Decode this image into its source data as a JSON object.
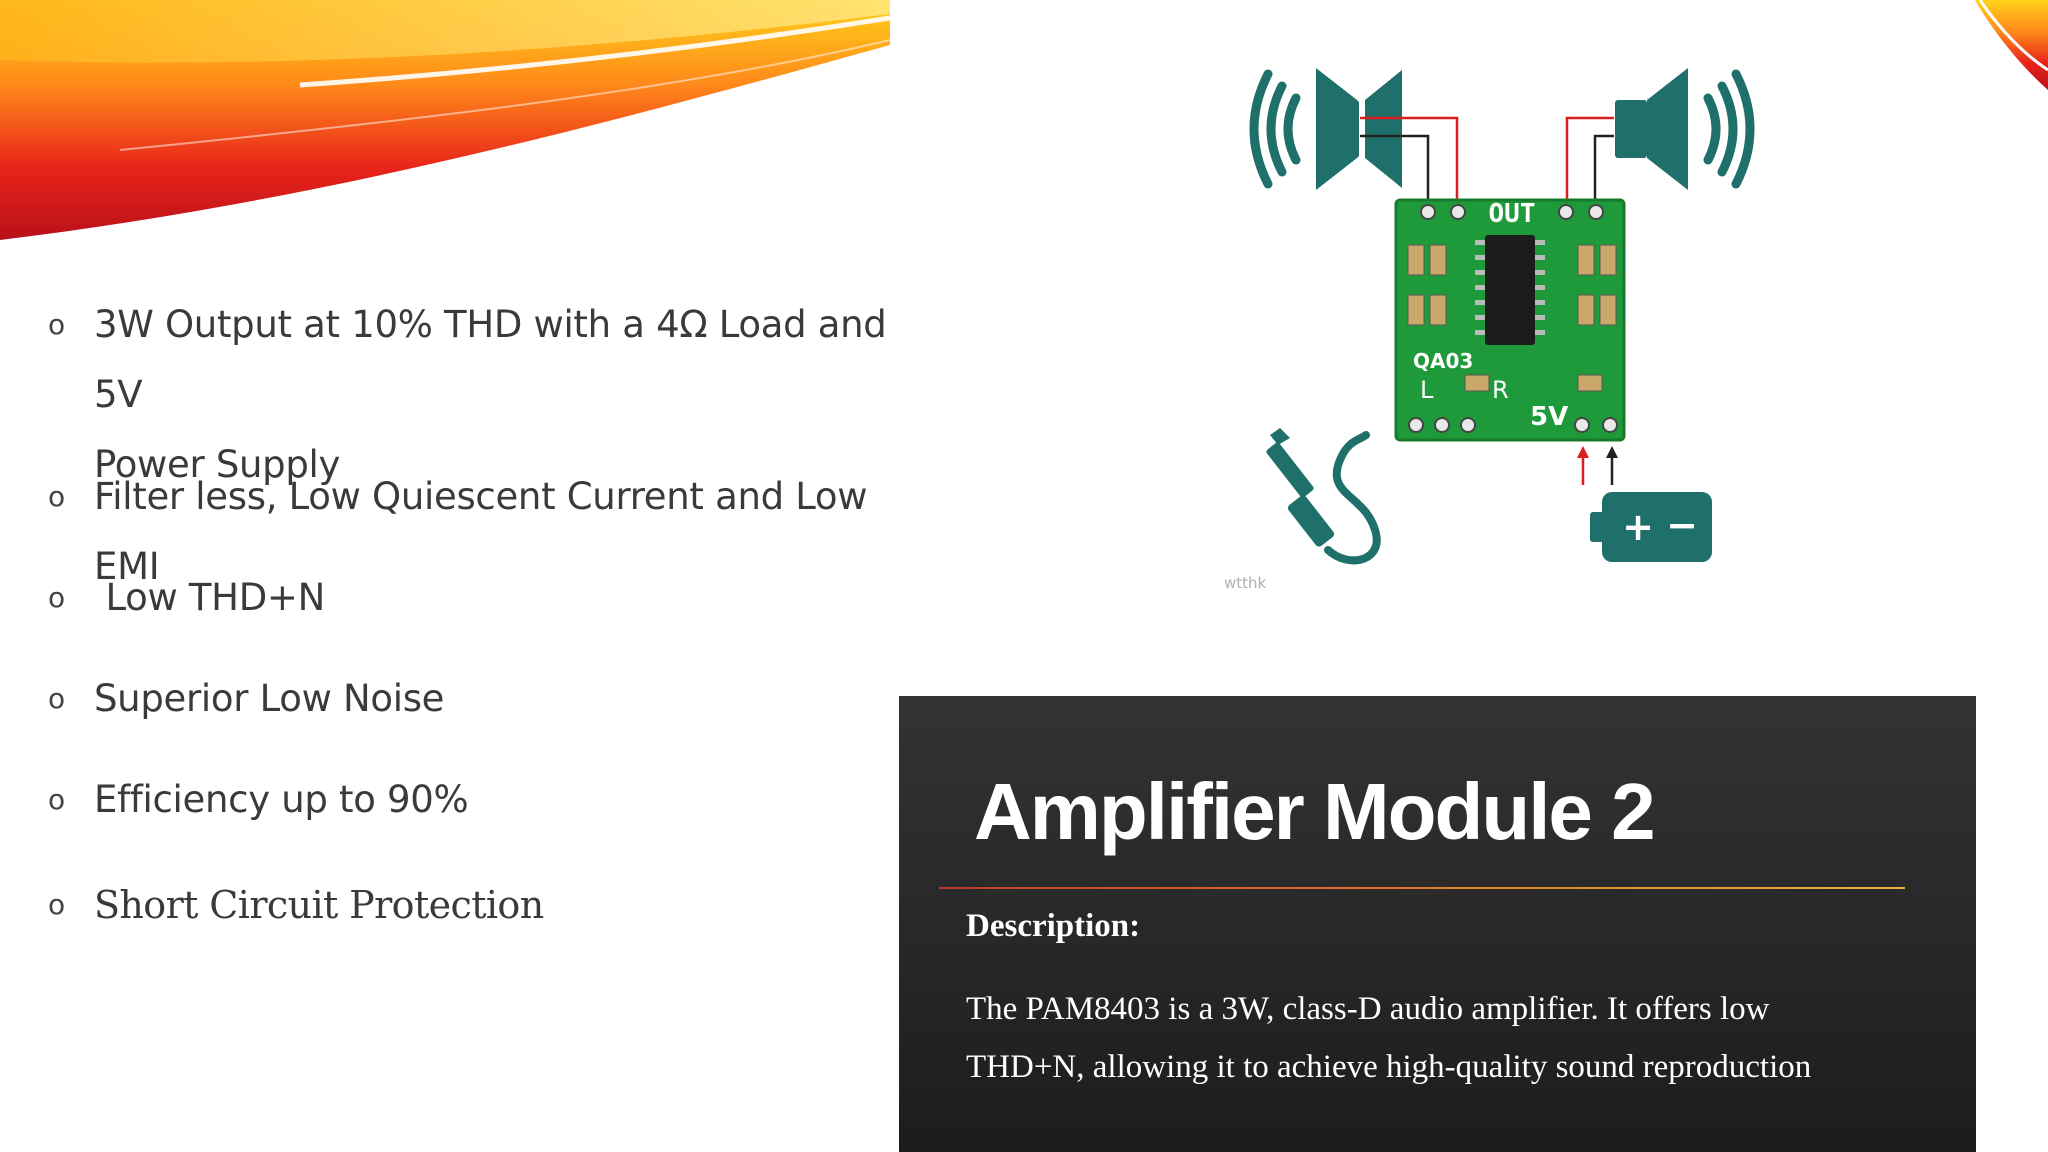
{
  "features": [
    {
      "line1": "3W Output at 10% THD with a 4Ω Load and 5V",
      "line2": "Power Supply"
    },
    {
      "line1": "Filter less, Low Quiescent Current and Low EMI"
    },
    {
      "line1": " Low THD+N"
    },
    {
      "line1": "Superior Low Noise"
    },
    {
      "line1": "Efficiency up to 90%"
    },
    {
      "line1": "Short Circuit Protection"
    }
  ],
  "bullet_glyph": "o",
  "diagram": {
    "board_label_top": "OUT",
    "board_label_chip": "QA03",
    "board_label_left": "L",
    "board_label_right": "R",
    "board_label_power": "5V",
    "battery_plus": "+",
    "battery_minus": "−",
    "watermark": "wtthk",
    "icons": [
      "speaker-left-icon",
      "speaker-right-icon",
      "audio-jack-icon",
      "battery-icon"
    ],
    "colors": {
      "teal": "#1f6f6b",
      "board_green": "#1f9a3a",
      "wire_red": "#d81e1e",
      "wire_black": "#222222"
    }
  },
  "panel": {
    "title": "Amplifier Module 2",
    "description_label": "Description:",
    "description_line1": "The PAM8403 is a 3W, class-D audio amplifier. It offers low",
    "description_line2": "THD+N, allowing it to achieve high-quality sound reproduction"
  }
}
